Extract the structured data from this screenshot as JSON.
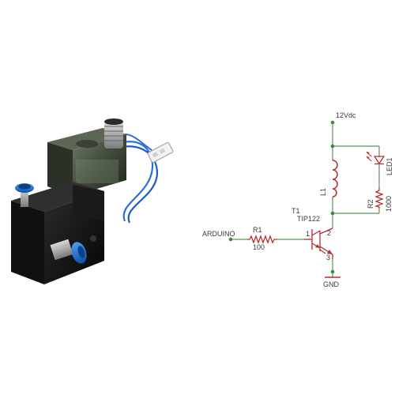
{
  "schematic": {
    "supply": "12Vdc",
    "inductor_ref": "L1",
    "led_ref": "LED1",
    "r2_ref": "R2",
    "r2_value": "1000",
    "transistor_ref": "T1",
    "transistor_part": "TIP122",
    "input_label": "ARDUINO",
    "r1_ref": "R1",
    "r1_value": "100",
    "pin_base": "1",
    "pin_collector": "2",
    "pin_emitter": "3",
    "ground": "GND"
  },
  "colors": {
    "wire": "#5f8f5f",
    "component": "#b03030",
    "node": "#3a8a3a",
    "label": "#3a3a3a",
    "valve_body": "#141414",
    "fitting_blue": "#1f6fd0",
    "coil_housing": "#3c4a3a",
    "lead_wire": "#2a6fd8",
    "connector": "#f2f2f2"
  },
  "photo": {
    "subject": "solenoid-valve-photo",
    "icons": [
      "valve-body-icon",
      "coil-housing-icon",
      "air-fitting-icon",
      "lead-wire-icon",
      "connector-plug-icon"
    ]
  }
}
